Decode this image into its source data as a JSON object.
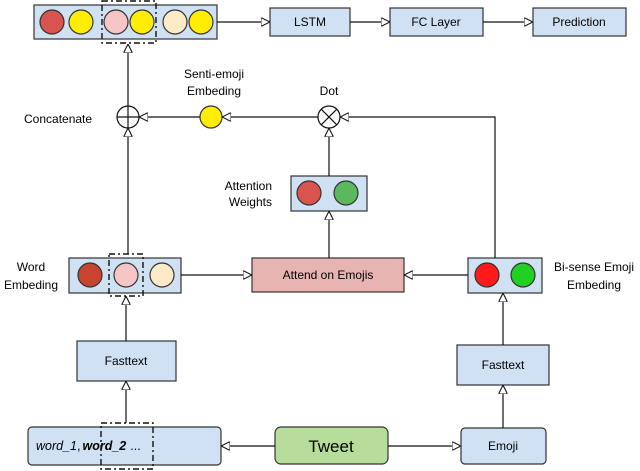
{
  "colors": {
    "box_blue": "#cfe1f3",
    "box_pink": "#e8b4b2",
    "box_green": "#b7dd9c",
    "circle_red": "#d9534f",
    "circle_darkred": "#c8442f",
    "circle_pink": "#f6c6c6",
    "circle_yellow": "#ffee00",
    "circle_cream": "#fdebc8",
    "circle_green": "#5cb85c",
    "circle_brightred": "#ff1a1a",
    "circle_brightgreen": "#22d022",
    "circle_outline": "#333333"
  },
  "nodes": {
    "lstm": "LSTM",
    "fc_layer": "FC Layer",
    "prediction": "Prediction",
    "attend": "Attend on Emojis",
    "fasttext_left": "Fasttext",
    "fasttext_right": "Fasttext",
    "tweet": "Tweet",
    "emoji": "Emoji"
  },
  "words": {
    "w1": "word_1",
    "comma": ",",
    "w2": "word_2",
    "ellipsis": "..."
  },
  "labels": {
    "concatenate": "Concatenate",
    "senti_line1": "Senti-emoji",
    "senti_line2": "Embeding",
    "dot": "Dot",
    "attn_line1": "Attention",
    "attn_line2": "Weights",
    "word_emb_line1": "Word",
    "word_emb_line2": "Embeding",
    "bisense_line1": "Bi-sense Emoji",
    "bisense_line2": "Embeding"
  },
  "icons": {
    "concat_op": "circle-plus-icon",
    "dot_op": "circle-times-icon"
  }
}
